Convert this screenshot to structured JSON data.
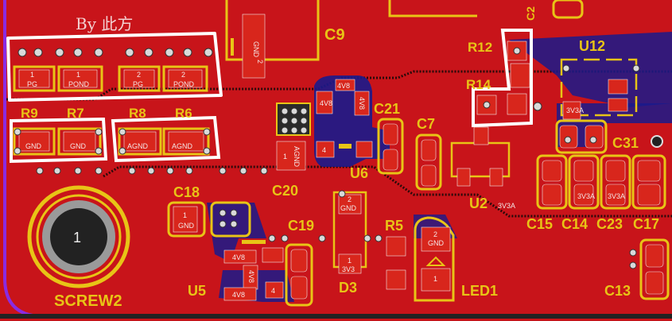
{
  "view": {
    "editor": "PCB layout (top copper view)",
    "colors": {
      "copper_top": "#c8141a",
      "copper_bottom": "#1a1a8c",
      "silkscreen": "#e8c416",
      "pad": "#d8261c",
      "annotation": "#ffffff",
      "board_outline": "#8a2be2"
    }
  },
  "watermark": {
    "text": "By 此方"
  },
  "designators": {
    "R9": "R9",
    "R7": "R7",
    "R8": "R8",
    "R6": "R6",
    "C9": "C9",
    "R12": "R12",
    "R14": "R14",
    "U12": "U12",
    "C21": "C21",
    "C7": "C7",
    "U6": "U6",
    "U2": "U2",
    "C20": "C20",
    "C18": "C18",
    "C19": "C19",
    "R5": "R5",
    "D3": "D3",
    "LED1": "LED1",
    "U5": "U5",
    "SCREW2": "SCREW2",
    "C31": "C31",
    "C15": "C15",
    "C14": "C14",
    "C23": "C23",
    "C17": "C17",
    "C13": "C13",
    "C2": "C2"
  },
  "pad_labels": {
    "r9_pad": "GND",
    "r7_pad": "GND",
    "r8_pad": "AGND",
    "r6_pad": "AGND",
    "pg1": "PG",
    "pg2": "POND",
    "pg3": "PG",
    "pg4": "POND",
    "n1": "1",
    "n2": "1",
    "n3": "2",
    "n4": "2",
    "c20_pad": "AGND",
    "c20_n": "1",
    "u6_4v8a": "4V8",
    "u6_4v8b": "4V8",
    "u6_4v8c": "4V8",
    "u6_n4": "4",
    "c18_gnd": "GND",
    "c18_n": "1",
    "d3_gnd": "GND",
    "d3_n2": "2",
    "d3_3v3": "3V3",
    "d3_n1": "1",
    "led_gnd": "GND",
    "led_n2": "2",
    "led_n1": "1",
    "u5_4v8a": "4V8",
    "u5_4v8b": "4V8",
    "u5_4v8c": "4V8",
    "u5_n4": "4",
    "u2_net": "3V3A",
    "c9_pad": "GND",
    "c9_n": "2",
    "c14_net": "3V3A",
    "c23_net": "3V3A",
    "u12_net": "3V3A",
    "screw_n": "1"
  }
}
